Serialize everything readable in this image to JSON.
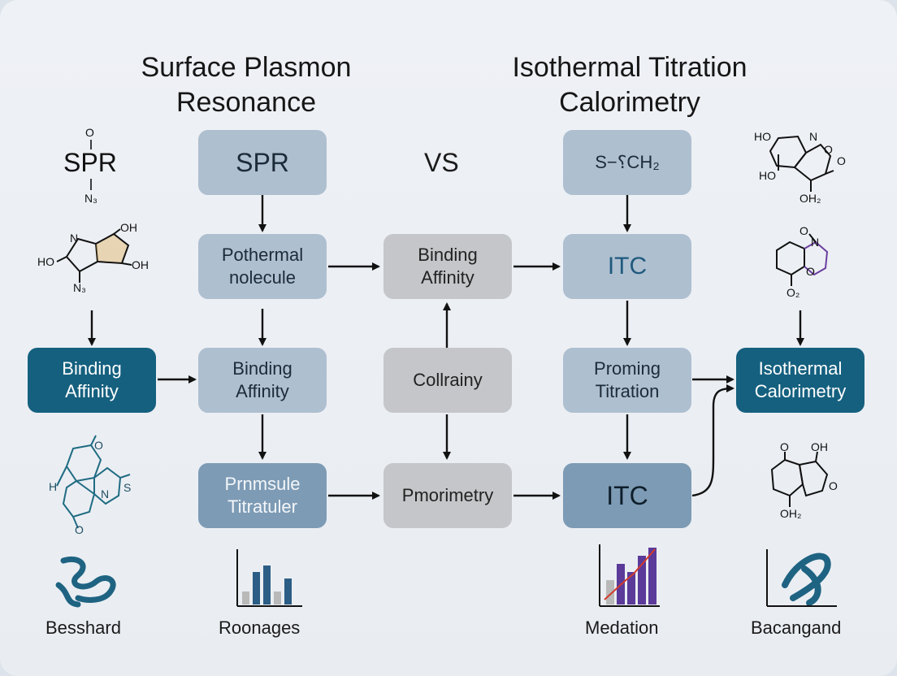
{
  "titles": {
    "left": "Surface Plasmon\nResonance",
    "right": "Isothermal Titration\nCalorimetry",
    "vs": "VS"
  },
  "side": {
    "spr_text": "SPR",
    "spr_o": "O",
    "spr_n": "N₃",
    "mol_left_top": [
      "N",
      "OH",
      "HO",
      "OH",
      "N₃"
    ],
    "mol_right_top": [
      "HO",
      "N",
      "O",
      "HO",
      "OH₂",
      "O"
    ],
    "mol_right_mid": [
      "O",
      "N",
      "O",
      "O₂"
    ],
    "mol_left_bottom": [
      "O",
      "H",
      "N",
      "S",
      "O"
    ],
    "mol_right_bottom": [
      "O",
      "OH",
      "O",
      "OH₂"
    ]
  },
  "boxes": {
    "spr_box": "SPR",
    "formula_box": "S−⸮CH₂",
    "pothermal": "Pothermal\nnolecule",
    "binding_center": "Binding\nAffinity",
    "itc_top": "ITC",
    "binding_left": "Binding\nAffinity",
    "binding_mid": "Binding\nAffinity",
    "collrainy": "Collrainy",
    "proming": "Proming\nTitration",
    "isothermal_calorimetry": "Isothermal\nCalorimetry",
    "prnmsule": "Prnmsule\nTitratuler",
    "pmorimetry": "Pmorimetry",
    "itc_bottom": "ITC"
  },
  "bottom_labels": {
    "besshard": "Besshard",
    "roonages": "Roonages",
    "medation": "Medation",
    "bacangand": "Bacangand"
  },
  "colors": {
    "dark_blue": "#15607f",
    "mid_blue": "#7d9bb5",
    "light_blue": "#aebfd0",
    "grey": "#c4c6c9",
    "chart_bar": "#2b5d85",
    "chart_bar_grey": "#b9b9b9",
    "chart_bar_purple": "#5b3a9a",
    "chart_trend": "#d23a2e",
    "helix": "#1f6382"
  },
  "chart_left": {
    "values": [
      2,
      5,
      6,
      2,
      4
    ]
  },
  "chart_right": {
    "values": [
      3,
      5,
      4,
      6,
      7
    ]
  }
}
